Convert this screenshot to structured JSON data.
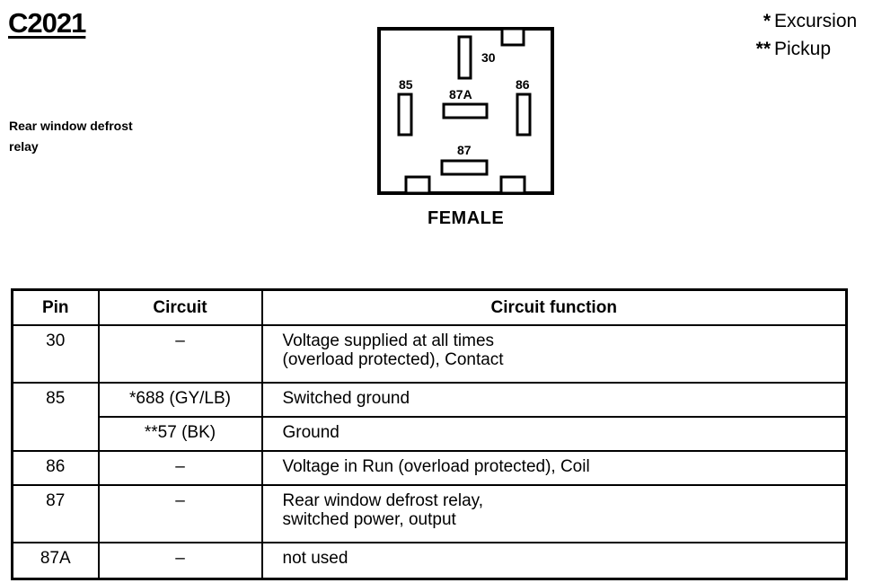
{
  "connector": {
    "id": "C2021",
    "description": "Rear window defrost relay",
    "view": "FEMALE"
  },
  "legend": [
    {
      "mark": "*",
      "label": "Excursion"
    },
    {
      "mark": "**",
      "label": "Pickup"
    }
  ],
  "relay_pins": {
    "p30": "30",
    "p85": "85",
    "p87a": "87A",
    "p86": "86",
    "p87": "87"
  },
  "table": {
    "headers": {
      "pin": "Pin",
      "circuit": "Circuit",
      "function": "Circuit function"
    },
    "rows": [
      {
        "pin": "30",
        "circuit": "–",
        "function_lines": [
          "Voltage supplied at all times",
          "(overload protected), Contact"
        ]
      },
      {
        "pin": "85",
        "circuit": "*688 (GY/LB)",
        "function_lines": [
          "Switched ground"
        ]
      },
      {
        "pin": "",
        "circuit": "**57 (BK)",
        "function_lines": [
          "Ground"
        ]
      },
      {
        "pin": "86",
        "circuit": "–",
        "function_lines": [
          "Voltage in Run (overload protected), Coil"
        ]
      },
      {
        "pin": "87",
        "circuit": "–",
        "function_lines": [
          "Rear window defrost relay,",
          "switched power, output"
        ]
      },
      {
        "pin": "87A",
        "circuit": "–",
        "function_lines": [
          "not used"
        ]
      }
    ]
  }
}
